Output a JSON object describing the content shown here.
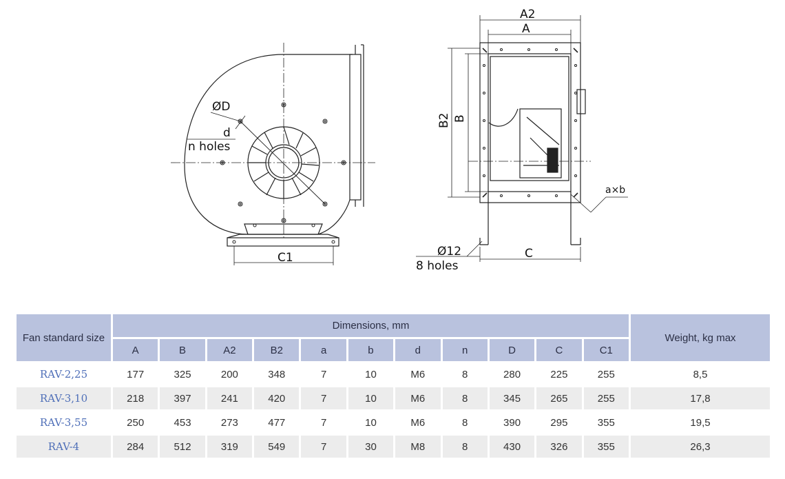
{
  "drawing": {
    "front_labels": {
      "diameter": "ØD",
      "hole_d": "d",
      "holes": "n holes",
      "c1": "C1"
    },
    "side_labels": {
      "a2": "A2",
      "a": "A",
      "b2": "B2",
      "b": "B",
      "axb": "a×b",
      "mount_hole": "Ø12",
      "mount_count": "8 holes",
      "c": "C"
    }
  },
  "table": {
    "size_header": "Fan standard size",
    "dims_header": "Dimensions, mm",
    "weight_header": "Weight, kg max",
    "columns": [
      "A",
      "B",
      "A2",
      "B2",
      "a",
      "b",
      "d",
      "n",
      "D",
      "C",
      "C1"
    ],
    "rows": [
      {
        "model": "RAV-2,25",
        "values": [
          "177",
          "325",
          "200",
          "348",
          "7",
          "10",
          "M6",
          "8",
          "280",
          "225",
          "255"
        ],
        "weight": "8,5"
      },
      {
        "model": "RAV-3,10",
        "values": [
          "218",
          "397",
          "241",
          "420",
          "7",
          "10",
          "M6",
          "8",
          "345",
          "265",
          "255"
        ],
        "weight": "17,8"
      },
      {
        "model": "RAV-3,55",
        "values": [
          "250",
          "453",
          "273",
          "477",
          "7",
          "10",
          "M6",
          "8",
          "390",
          "295",
          "355"
        ],
        "weight": "19,5"
      },
      {
        "model": "RAV-4",
        "values": [
          "284",
          "512",
          "319",
          "549",
          "7",
          "30",
          "M8",
          "8",
          "430",
          "326",
          "355"
        ],
        "weight": "26,3"
      }
    ]
  }
}
